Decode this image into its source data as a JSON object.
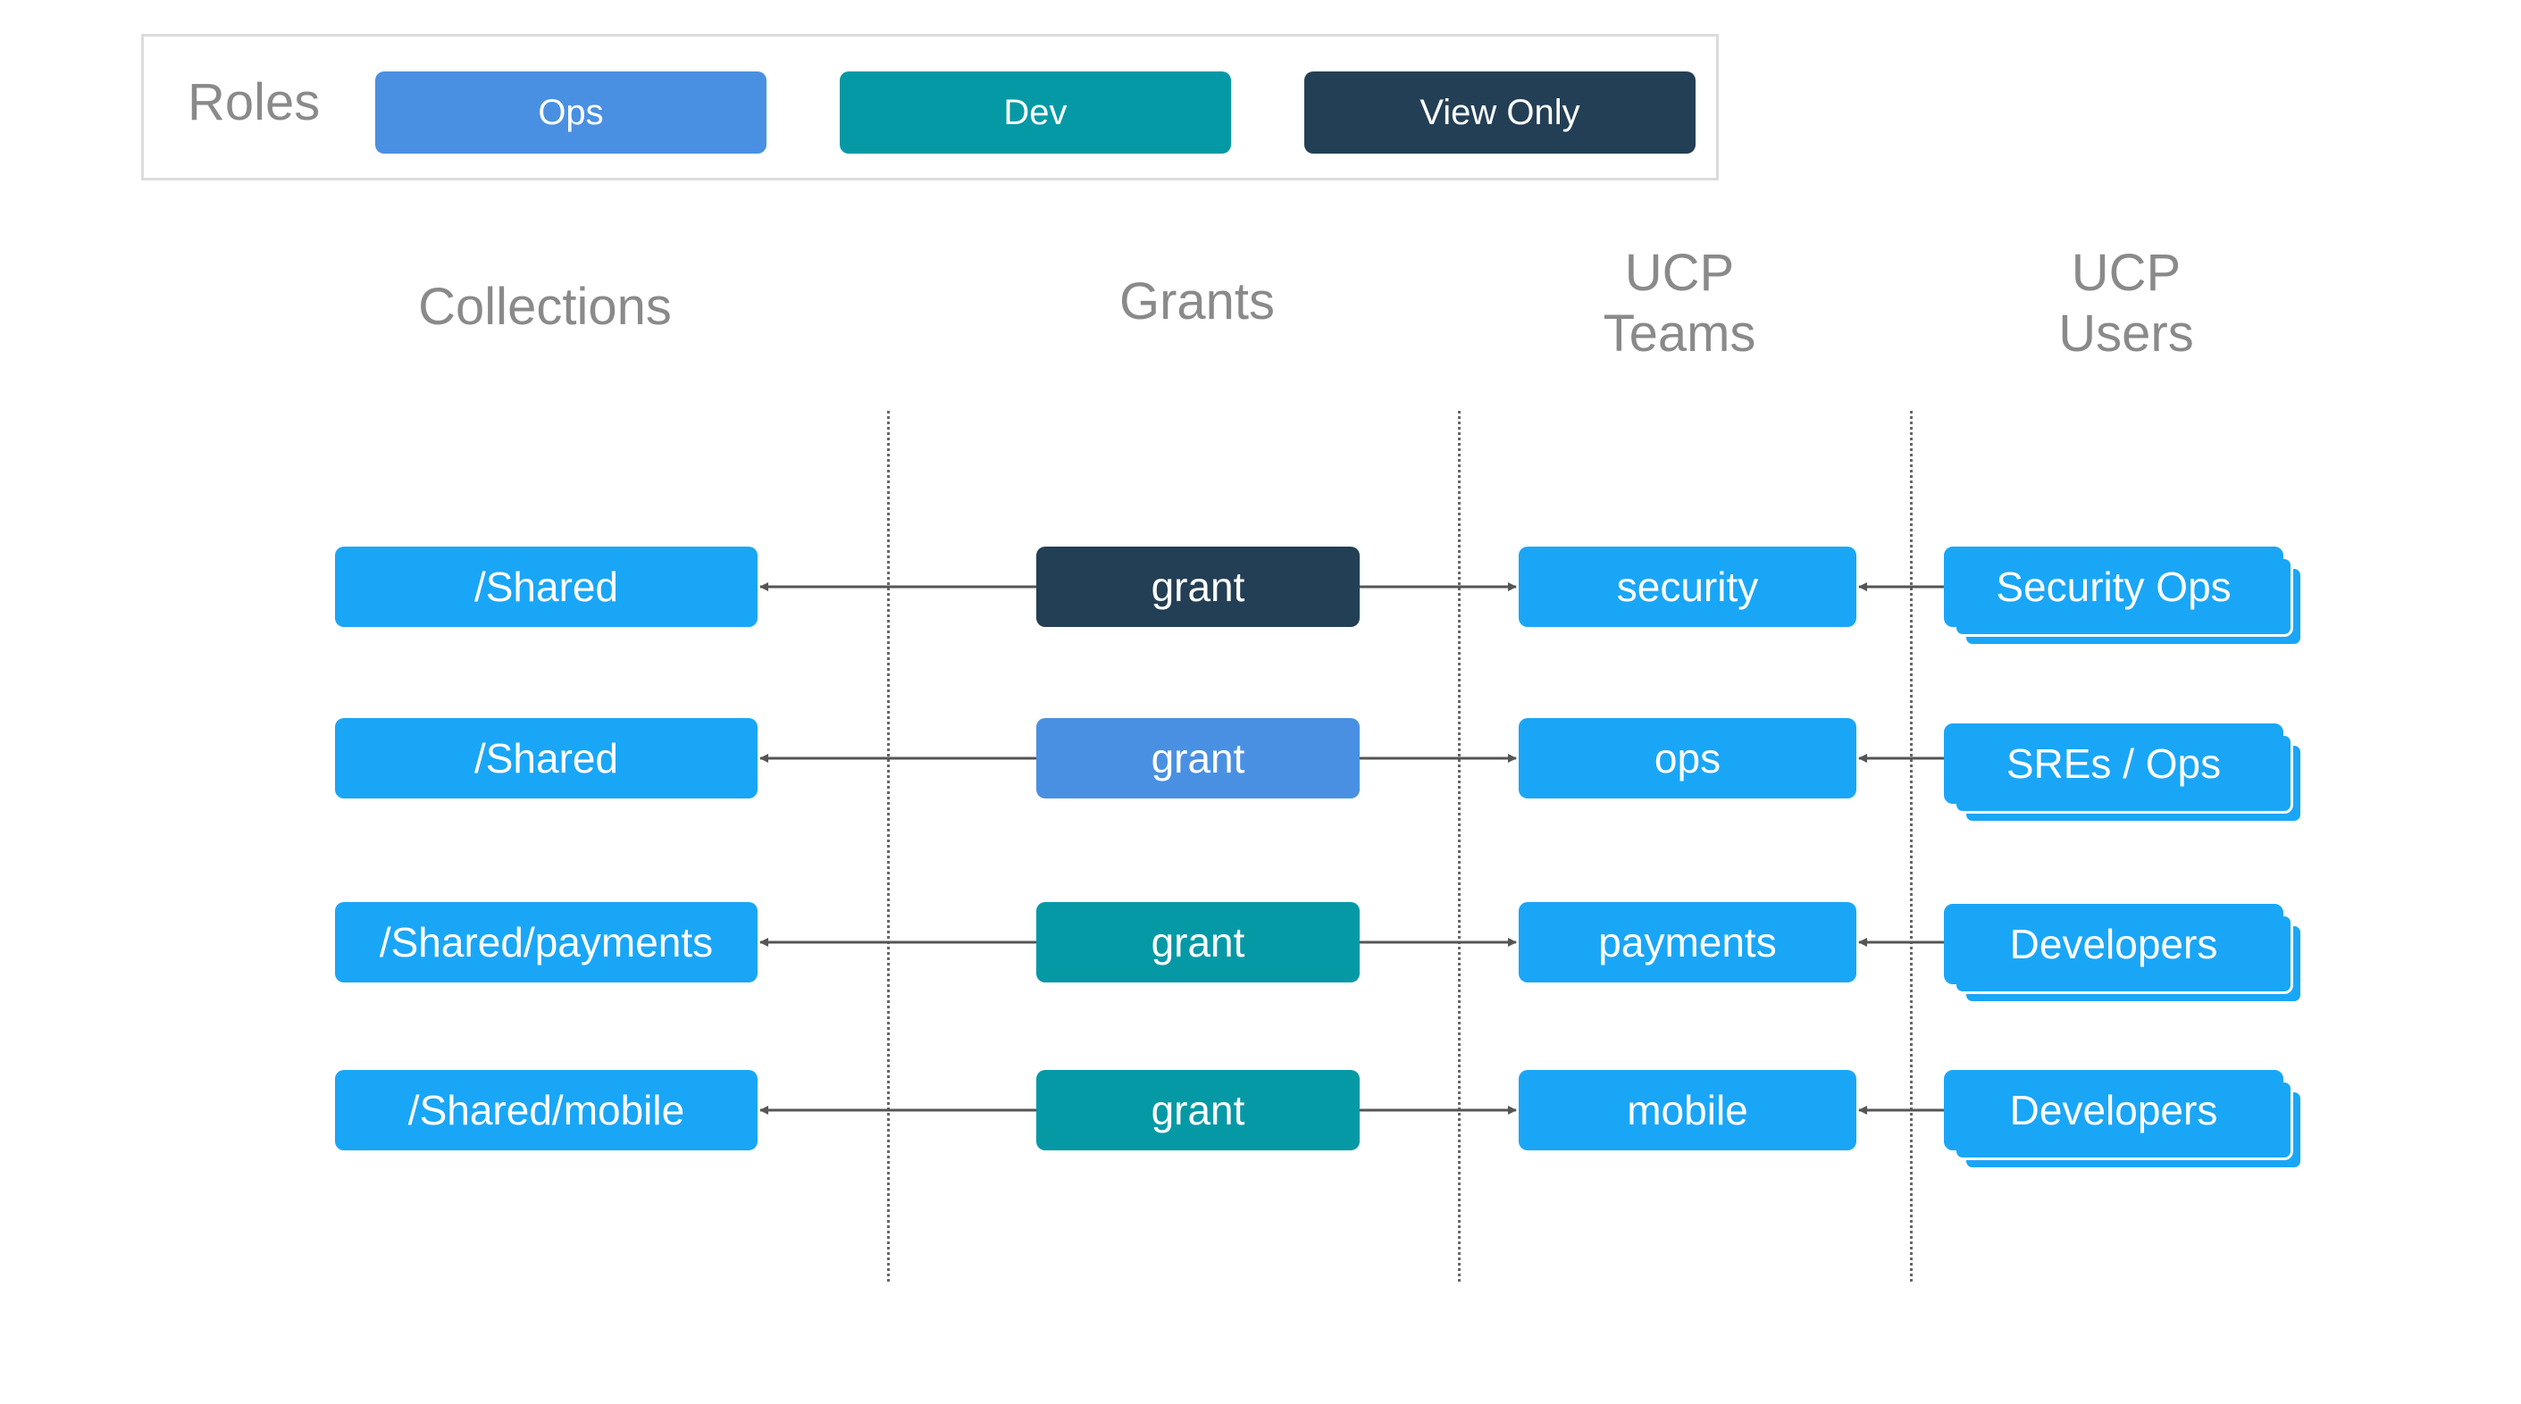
{
  "colors": {
    "ops": "#4a90e2",
    "dev": "#0599a6",
    "view_only": "#233f55",
    "entity": "#1aa6f7"
  },
  "legend": {
    "title": "Roles",
    "roles": [
      {
        "label": "Ops",
        "color": "#4a90e2"
      },
      {
        "label": "Dev",
        "color": "#0599a6"
      },
      {
        "label": "View Only",
        "color": "#233f55"
      }
    ]
  },
  "headers": {
    "collections": "Collections",
    "grants": "Grants",
    "teams": [
      "UCP",
      "Teams"
    ],
    "users": [
      "UCP",
      "Users"
    ]
  },
  "rows": [
    {
      "collection": "/Shared",
      "grant": "grant",
      "grant_role": "View Only",
      "grant_color": "#233f55",
      "team": "security",
      "users": "Security Ops"
    },
    {
      "collection": "/Shared",
      "grant": "grant",
      "grant_role": "Ops",
      "grant_color": "#4a90e2",
      "team": "ops",
      "users": "SREs / Ops"
    },
    {
      "collection": "/Shared/payments",
      "grant": "grant",
      "grant_role": "Dev",
      "grant_color": "#0599a6",
      "team": "payments",
      "users": "Developers"
    },
    {
      "collection": "/Shared/mobile",
      "grant": "grant",
      "grant_role": "Dev",
      "grant_color": "#0599a6",
      "team": "mobile",
      "users": "Developers"
    }
  ]
}
